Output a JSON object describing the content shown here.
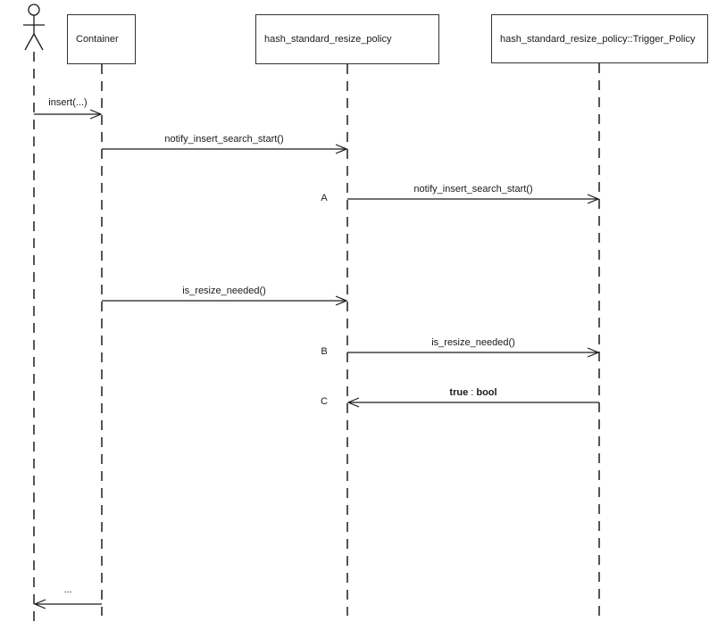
{
  "participants": [
    {
      "label": "Container"
    },
    {
      "label": "hash_standard_resize_policy"
    },
    {
      "label": "hash_standard_resize_policy::Trigger_Policy"
    }
  ],
  "actor": {
    "name": "actor"
  },
  "messages": [
    {
      "label": "insert(...)"
    },
    {
      "label": "notify_insert_search_start()"
    },
    {
      "id": "A",
      "label": "notify_insert_search_start()"
    },
    {
      "label": "is_resize_needed()"
    },
    {
      "id": "B",
      "label": "is_resize_needed()"
    },
    {
      "id": "C",
      "value": "true",
      "separator": " : ",
      "type": "bool"
    },
    {
      "label": "..."
    }
  ],
  "colors": {
    "arrow": "#1a1a1a",
    "lifeline": "#555555",
    "box_border": "#333333",
    "text": "#1a1a1a"
  }
}
